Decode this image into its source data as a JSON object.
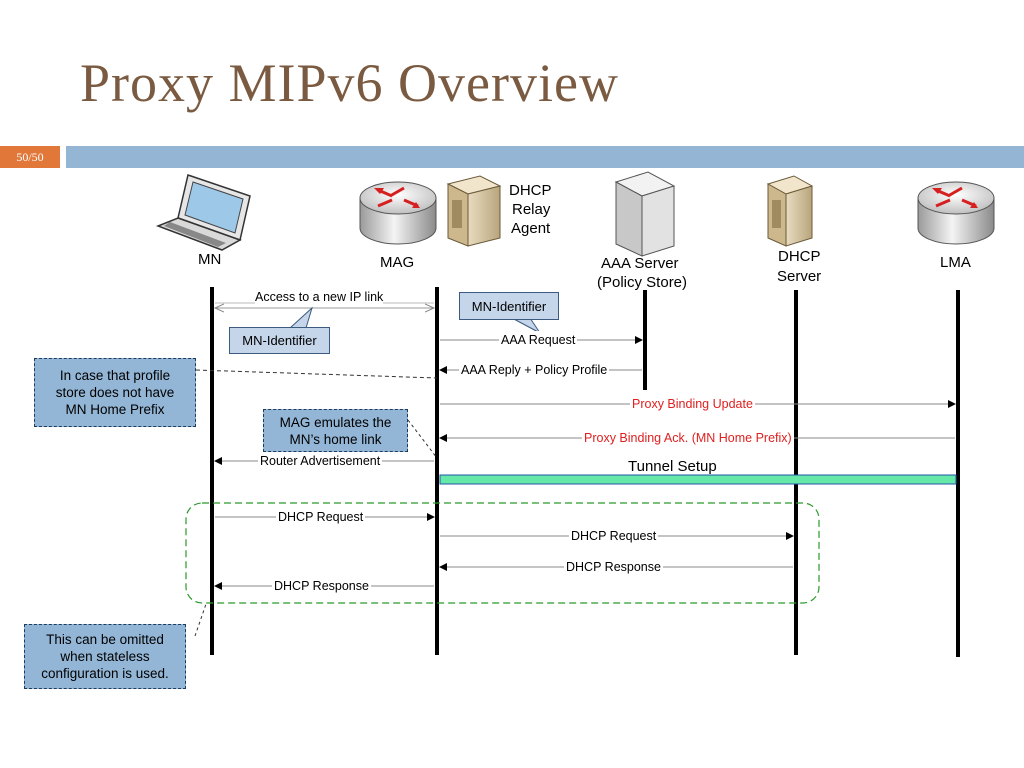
{
  "slide": {
    "title": "Proxy MIPv6 Overview",
    "page": "50/50"
  },
  "nodes": {
    "mn": "MN",
    "mag": "MAG",
    "dhcp_relay": [
      "DHCP",
      "Relay",
      "Agent"
    ],
    "aaa": [
      "AAA Server",
      "(Policy Store)"
    ],
    "dhcp_server": [
      "DHCP",
      "Server"
    ],
    "lma": "LMA"
  },
  "messages": {
    "access": "Access to a new IP link",
    "aaa_request": "AAA Request",
    "aaa_reply": "AAA Reply + Policy Profile",
    "pbu": "Proxy Binding Update",
    "pba": "Proxy Binding Ack. (MN Home Prefix)",
    "router_adv": "Router Advertisement",
    "tunnel": "Tunnel Setup",
    "dhcp_req_1": "DHCP Request",
    "dhcp_req_2": "DHCP Request",
    "dhcp_resp_1": "DHCP Response",
    "dhcp_resp_2": "DHCP Response"
  },
  "callouts": {
    "mn_id_left": "MN-Identifier",
    "mn_id_right": "MN-Identifier"
  },
  "notes": {
    "profile": [
      "In case that profile",
      "store does not have",
      "MN Home Prefix"
    ],
    "emulate": [
      "MAG emulates the",
      "MN’s home link"
    ],
    "omit": [
      "This can be omitted",
      "when stateless",
      "configuration is used."
    ]
  },
  "colors": {
    "title": "#7a5a40",
    "bar": "#94b5d4",
    "badge": "#e1783a",
    "pmip_text": "#e02020",
    "tunnel": "#66e8a8",
    "note": "#93b6d6",
    "dhcp_box": "#2a9a2a"
  }
}
